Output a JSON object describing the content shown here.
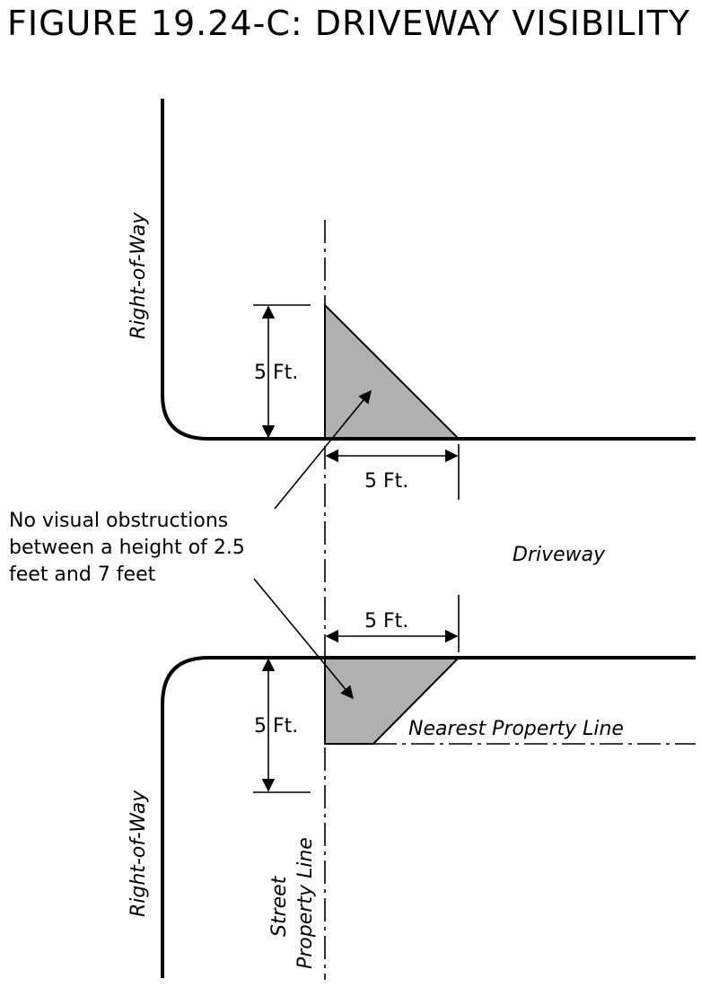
{
  "title": "FIGURE 19.24-C: DRIVEWAY VISIBILITY",
  "labels": {
    "right_of_way_top": "Right-of-Way",
    "right_of_way_bottom": "Right-of-Way",
    "street_property_line_1": "Street",
    "street_property_line_2": "Property Line",
    "driveway": "Driveway",
    "nearest_property_line": "Nearest Property Line",
    "dim_top_vertical": "5 Ft.",
    "dim_top_horizontal": "5 Ft.",
    "dim_bottom_horizontal": "5 Ft.",
    "dim_bottom_vertical": "5 Ft."
  },
  "note": {
    "line1": "No visual obstructions",
    "line2": "between a height of 2.5",
    "line3": "feet and 7 feet"
  },
  "colors": {
    "shade": "#b0b0b0",
    "line": "#000000"
  }
}
